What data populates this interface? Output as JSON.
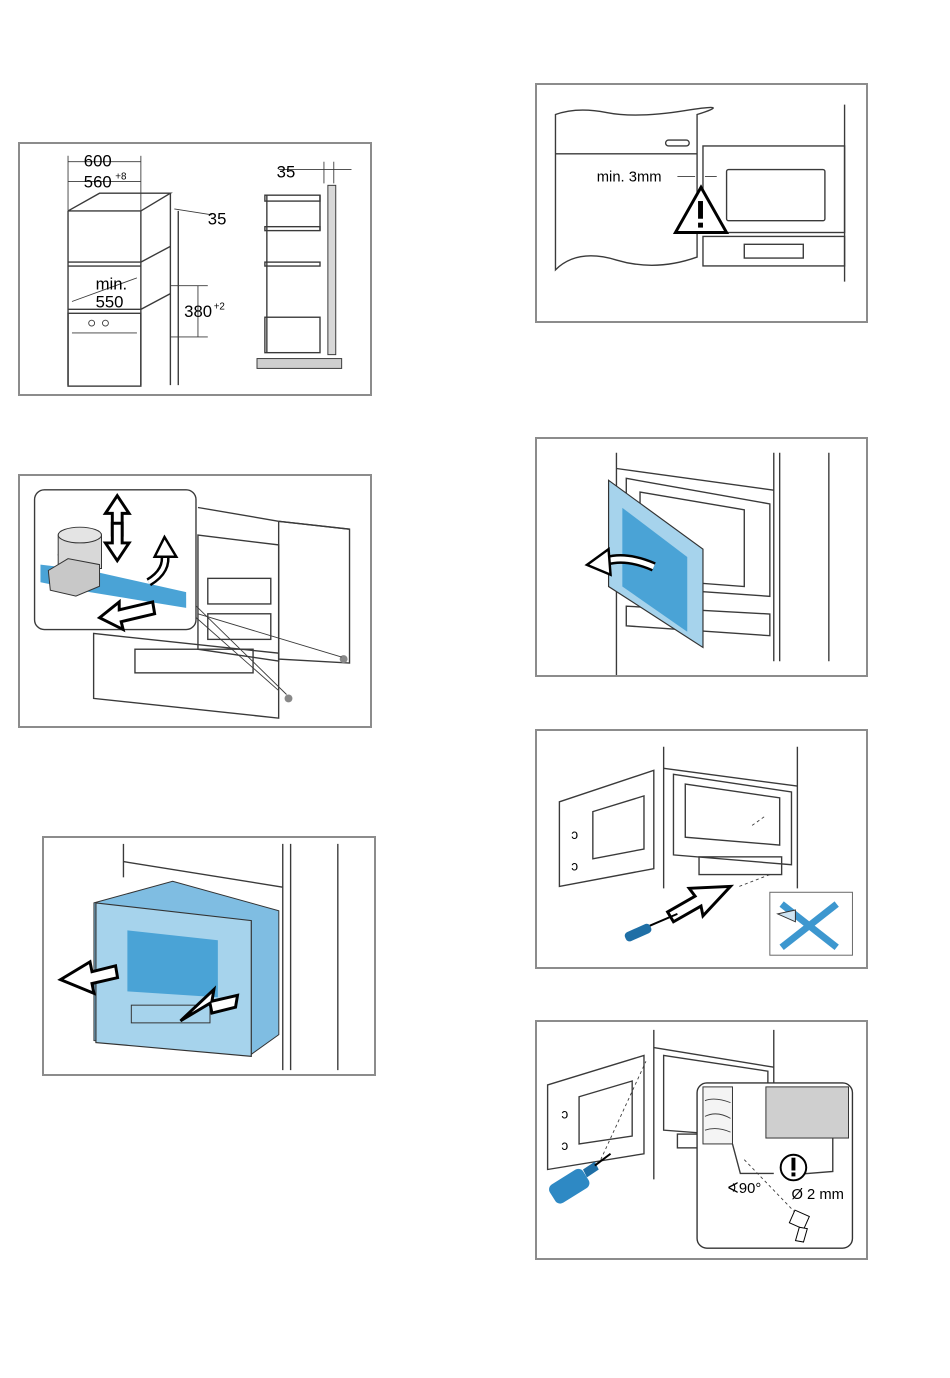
{
  "panels": {
    "dimensions": {
      "width_outer": "600",
      "width_inner": "560",
      "width_inner_tol": "+8",
      "depth_top": "35",
      "min_label_1": "min.",
      "min_label_2": "550",
      "height": "380",
      "height_tol": "+2",
      "side_depth": "35"
    },
    "clearance": {
      "gap_label": "min. 3mm"
    },
    "drilling": {
      "angle_label": "∢90°",
      "diameter_label": "Ø 2 mm"
    }
  },
  "colors": {
    "accent_blue": "#4aa3d6",
    "accent_light": "#a6d3ec",
    "frame": "#8c8c8c"
  }
}
